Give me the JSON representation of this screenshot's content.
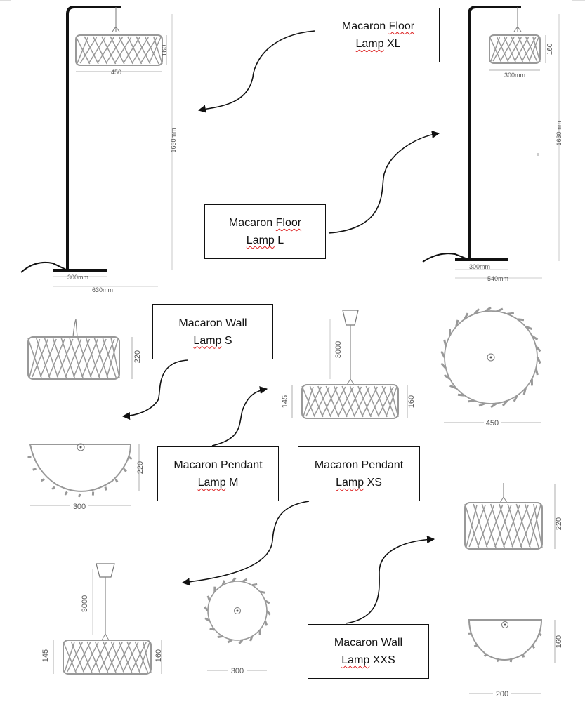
{
  "colors": {
    "line": "#b8b8b8",
    "dark": "#111111",
    "squiggle": "#dd2222",
    "text": "#111111",
    "dimText": "#555555"
  },
  "labels": {
    "floor_xl": {
      "line1a": "Macaron",
      "line1b": "Floor",
      "line2a": "Lamp",
      "line2b": "XL"
    },
    "floor_l": {
      "line1a": "Macaron",
      "line1b": "Floor",
      "line2a": "Lamp",
      "line2b": "L"
    },
    "wall_s": {
      "line1": "Macaron Wall",
      "line2a": "Lamp",
      "line2b": "S"
    },
    "pendant_m": {
      "line1": "Macaron Pendant",
      "line2a": "Lamp",
      "line2b": "M"
    },
    "pendant_xs": {
      "line1": "Macaron Pendant",
      "line2a": "Lamp",
      "line2b": "XS"
    },
    "wall_xxs": {
      "line1": "Macaron Wall",
      "line2a": "Lamp",
      "line2b": "XXS"
    }
  },
  "dimensions": {
    "floor_xl": {
      "shade_width": "450",
      "shade_height": "160",
      "total_height": "1630mm",
      "base": "300mm",
      "reach": "630mm"
    },
    "floor_l": {
      "shade_width": "300mm",
      "shade_height": "160",
      "total_height": "1630mm",
      "base": "300mm",
      "reach": "540mm"
    },
    "wall_s": {
      "front_height": "220",
      "plan_height": "220",
      "plan_width": "300"
    },
    "pendant_m": {
      "cable": "3000",
      "shade_left": "145",
      "shade_right": "160",
      "plan_width": "450"
    },
    "pendant_xs": {
      "cable": "3000",
      "shade_left": "145",
      "shade_right": "160",
      "plan_width": "300"
    },
    "wall_xxs": {
      "front_height": "220",
      "plan_height": "160",
      "plan_width": "200"
    }
  }
}
